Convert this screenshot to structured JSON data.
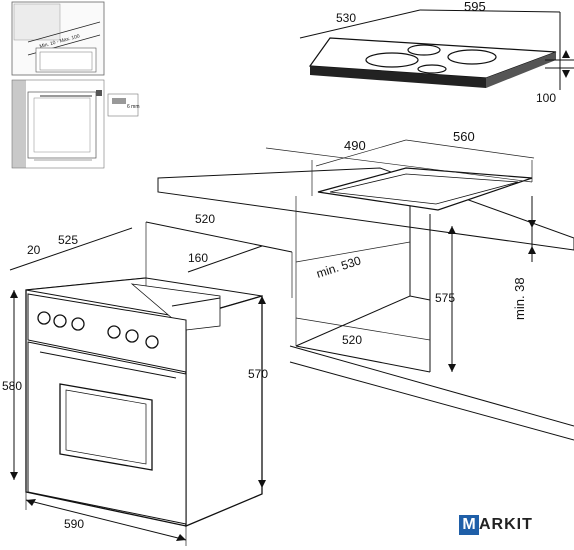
{
  "dimensions": {
    "hob_depth": "530",
    "hob_width": "595",
    "hob_height": "100",
    "cutout_depth": "490",
    "cutout_width": "560",
    "min_gap_top": "min. 38",
    "niche_depth": "min. 530",
    "niche_height": "575",
    "niche_width": "520",
    "oven_side_offset": "20",
    "oven_depth": "525",
    "oven_body_depth": "520",
    "panel_depth": "160",
    "oven_body_height": "570",
    "oven_front_height": "580",
    "oven_front_width": "590"
  },
  "inset_labels": {
    "spacing_note": "Min. 10 - Max. 100",
    "gap_label": "6 mm"
  },
  "logo": {
    "initial": "M",
    "rest": "ARKIT",
    "color": "#1f5fa8"
  }
}
